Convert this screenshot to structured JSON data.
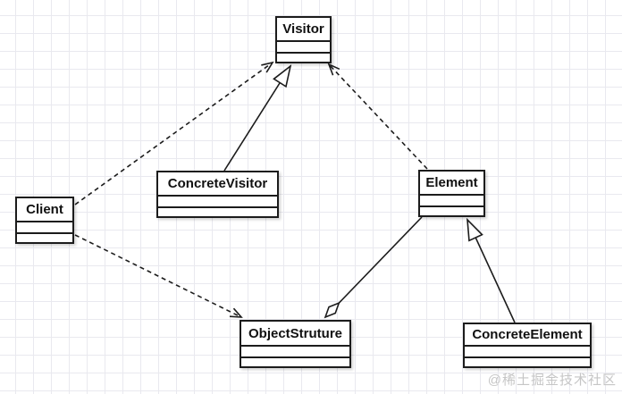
{
  "diagram": {
    "nodes": [
      {
        "id": "visitor",
        "label": "Visitor"
      },
      {
        "id": "concrete-visitor",
        "label": "ConcreteVisitor"
      },
      {
        "id": "element",
        "label": "Element"
      },
      {
        "id": "client",
        "label": "Client"
      },
      {
        "id": "object-struture",
        "label": "ObjectStruture"
      },
      {
        "id": "concrete-element",
        "label": "ConcreteElement"
      }
    ],
    "edges": [
      {
        "from": "Client",
        "to": "Visitor",
        "type": "dependency",
        "line": "dashed",
        "arrowhead": "open-arrow"
      },
      {
        "from": "ConcreteVisitor",
        "to": "Visitor",
        "type": "generalization",
        "line": "solid",
        "arrowhead": "hollow-triangle"
      },
      {
        "from": "Element",
        "to": "Visitor",
        "type": "dependency",
        "line": "dashed",
        "arrowhead": "open-arrow"
      },
      {
        "from": "Client",
        "to": "ObjectStruture",
        "type": "dependency",
        "line": "dashed",
        "arrowhead": "open-arrow"
      },
      {
        "from": "Element",
        "to": "ObjectStruture",
        "type": "aggregation",
        "line": "solid",
        "arrowhead": "hollow-diamond"
      },
      {
        "from": "ConcreteElement",
        "to": "Element",
        "type": "generalization",
        "line": "solid",
        "arrowhead": "hollow-triangle"
      }
    ],
    "watermark": "@稀土掘金技术社区"
  },
  "colors": {
    "stroke": "#1c1c1c",
    "node_fill": "#ffffff",
    "grid": "#e9e9ef",
    "watermark": "#c6c6c6"
  }
}
